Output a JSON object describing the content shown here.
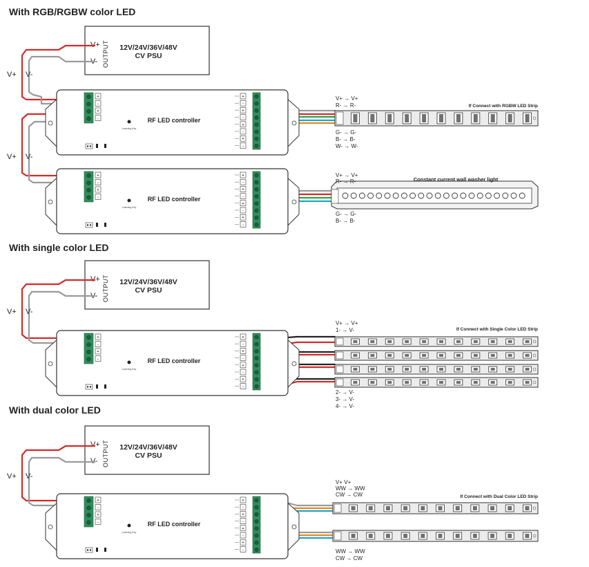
{
  "sections": {
    "rgb": "With RGB/RGBW color LED",
    "single": "With single color LED",
    "dual": "With dual color LED"
  },
  "psu": {
    "line1": "12V/24V/36V/48V",
    "line2": "CV PSU",
    "output": "OUTPUT",
    "vplus": "V+",
    "vminus": "V-"
  },
  "controller": {
    "title": "RF LED controller",
    "learning": "Learning Key",
    "plus": "+",
    "minus": "-"
  },
  "wires": {
    "vplus": "V+",
    "vminus": "V-"
  },
  "rgbw_strip": {
    "title": "If Connect with RGBW LED Strip",
    "top": [
      "V+  →  V+",
      "R-  →  R-"
    ],
    "bottom": [
      "G-  →  G-",
      "B-  →  B-",
      "W-  →  W-"
    ]
  },
  "washer": {
    "title": "Constant current wall washer light",
    "top": [
      "V+  →  V+",
      "R-  →  R-"
    ],
    "bottom": [
      "G-  →  G-",
      "B-  →  B-"
    ]
  },
  "single_strip": {
    "title": "If Connect with Single Color LED Strip",
    "top": [
      "V+  →  V+",
      "1-   →  V-"
    ],
    "bottom": [
      "2-   →  V-",
      "3-   →  V-",
      "4-   →  V-"
    ]
  },
  "dual_strip": {
    "title": "If Connect with Dual Color LED Strip",
    "top": [
      "V+          V+",
      "WW  →  WW",
      "CW  →  CW"
    ],
    "bottom": [
      "WW  →  WW",
      "CW  →  CW"
    ]
  },
  "colors": {
    "red": "#d42a2a",
    "gray": "#9a9a9a",
    "black": "#222222",
    "green": "#2aa24a",
    "cyan": "#1aa6c8",
    "orange": "#e08a1e",
    "terminal": "#2f8f5a",
    "strip": "#ececec",
    "chip": "#707070"
  }
}
